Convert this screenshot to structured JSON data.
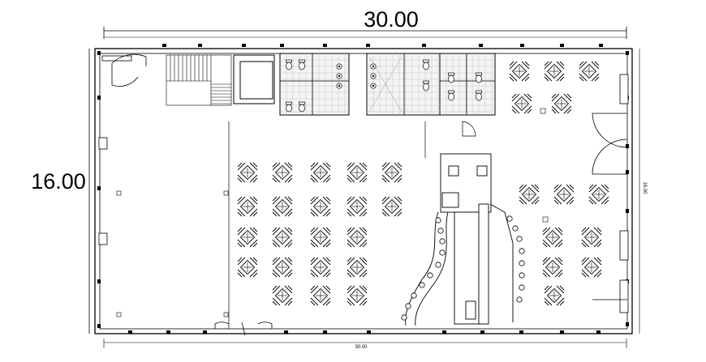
{
  "drawing": {
    "top_dimension": "30.00",
    "left_dimension": "16.00",
    "bottom_dimension": "30.00",
    "right_dimension": "16.00"
  }
}
